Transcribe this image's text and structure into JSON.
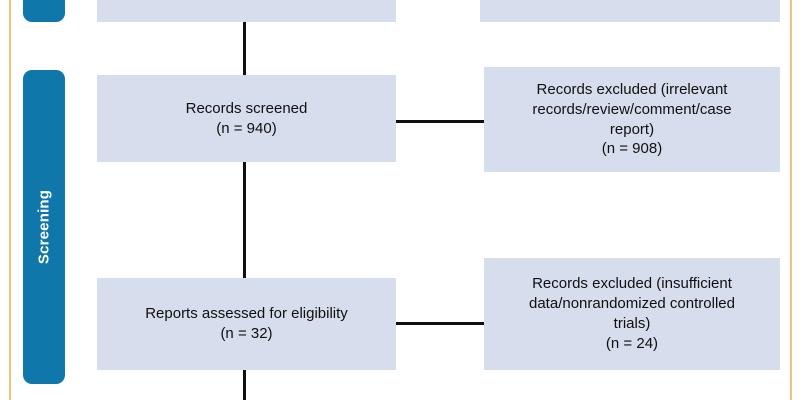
{
  "diagram": {
    "type": "prisma-flow-diagram",
    "colors": {
      "box_fill": "#d6dded",
      "stage_bar": "#1077ab",
      "stage_text": "#ffffff",
      "connector": "#101010",
      "frame_rule": "#e8c67a",
      "background": "#ffffff"
    }
  },
  "stages": [
    {
      "id": "identification",
      "label": "",
      "clipped": true
    },
    {
      "id": "screening",
      "label": "Screening",
      "clipped": false
    }
  ],
  "boxes": {
    "clipped_left": {
      "text": ""
    },
    "clipped_right": {
      "text": ""
    },
    "records_screened": {
      "text": "Records screened\n(n = 940)",
      "title": "Records screened",
      "count_label": "(n = 940)",
      "count": 940
    },
    "records_excluded_screening": {
      "text": "Records excluded (irrelevant\nrecords/review/comment/case\nreport)\n(n = 908)",
      "title": "Records excluded (irrelevant records/review/comment/case report)",
      "count_label": "(n = 908)",
      "count": 908
    },
    "reports_assessed": {
      "text": "Reports assessed for eligibility\n(n = 32)",
      "title": "Reports assessed for eligibility",
      "count_label": "(n = 32)",
      "count": 32
    },
    "records_excluded_eligibility": {
      "text": "Records excluded (insufficient\ndata/nonrandomized controlled\ntrials)\n(n = 24)",
      "title": "Records excluded (insufficient data/nonrandomized controlled trials)",
      "count_label": "(n = 24)",
      "count": 24
    }
  }
}
